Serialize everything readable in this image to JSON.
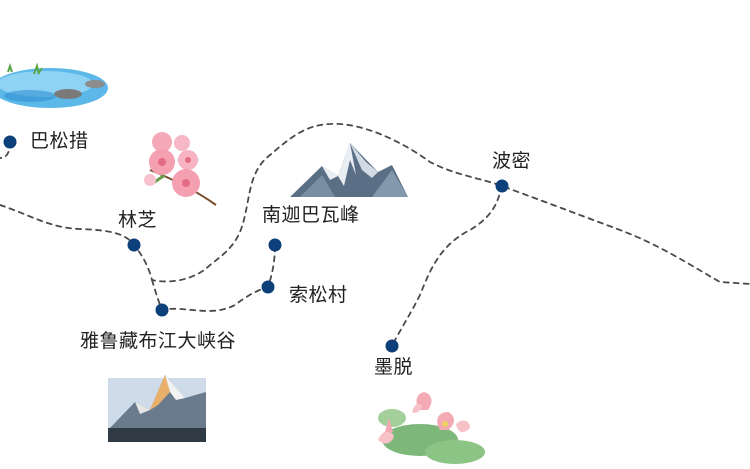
{
  "map": {
    "colors": {
      "route": "#4a4a4a",
      "stop": "#0d3f7a",
      "label": "#222222"
    },
    "places": [
      {
        "key": "basongcuo",
        "name": "巴松措"
      },
      {
        "key": "linzhi",
        "name": "林芝"
      },
      {
        "key": "yarlung",
        "name": "雅鲁藏布江大峡谷"
      },
      {
        "key": "suosong",
        "name": "索松村"
      },
      {
        "key": "namcha",
        "name": "南迦巴瓦峰"
      },
      {
        "key": "bomi",
        "name": "波密"
      },
      {
        "key": "medog",
        "name": "墨脱"
      }
    ],
    "illustrations": [
      "lake-illustration",
      "peach-blossom-illustration",
      "snow-mountain-illustration",
      "golden-peak-illustration",
      "lotus-illustration"
    ]
  }
}
